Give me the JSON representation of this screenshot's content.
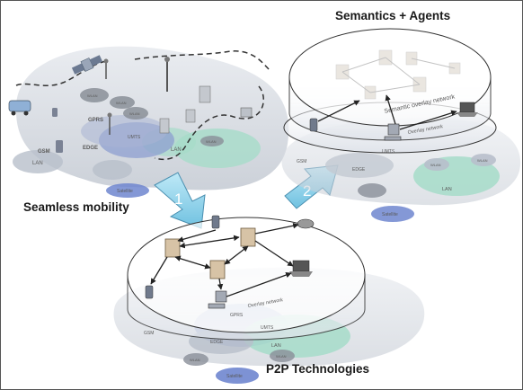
{
  "titles": {
    "top_right": "Semantics + Agents",
    "left": "Seamless mobility",
    "bottom": "P2P Technologies"
  },
  "arrows": {
    "first": "1",
    "second": "2"
  },
  "left_cluster": {
    "gprs": "GPRS",
    "gsm": "GSM",
    "edge": "EDGE",
    "umts": "UMTS",
    "lan_a": "LAN",
    "lan_b": "LAN",
    "satellite": "Satellite",
    "wlan_a": "WLAN",
    "wlan_b": "WLAN",
    "wlan_c": "WLAN",
    "wlan_d": "WLAN"
  },
  "bottom_cluster": {
    "overlay": "Overlay network",
    "gprs": "GPRS",
    "umts": "UMTS",
    "gsm": "GSM",
    "edge": "EDGE",
    "lan": "LAN",
    "wlan_a": "WLAN",
    "wlan_b": "WLAN",
    "satellite": "Satellite"
  },
  "top_cluster": {
    "semantic_overlay": "Semantic overlay network",
    "overlay": "Overlay network",
    "gsm": "GSM",
    "edge": "EDGE",
    "umts": "UMTS",
    "lan": "LAN",
    "wlan_a": "WLAN",
    "wlan_b": "WLAN",
    "satellite": "Satellite"
  },
  "colors": {
    "blob_grey": "#c9ced6",
    "blob_teal": "#9fd6c6",
    "blob_blue": "#8e9fd0",
    "arrow_fill": "#8fd3ea",
    "arrow_edge": "#4a8fb0"
  }
}
